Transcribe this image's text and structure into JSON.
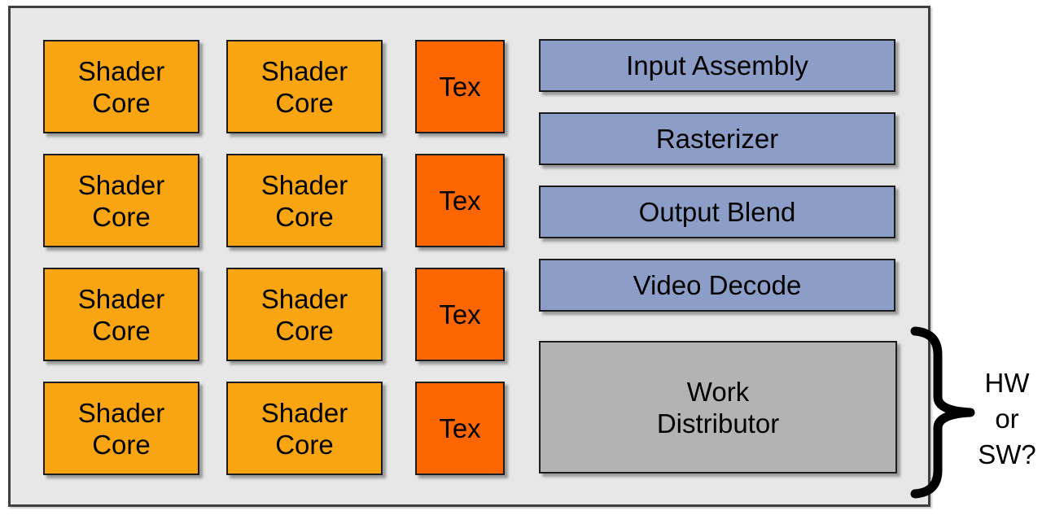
{
  "diagram": {
    "shader_cores": [
      {
        "label": "Shader\nCore"
      },
      {
        "label": "Shader\nCore"
      },
      {
        "label": "Shader\nCore"
      },
      {
        "label": "Shader\nCore"
      },
      {
        "label": "Shader\nCore"
      },
      {
        "label": "Shader\nCore"
      },
      {
        "label": "Shader\nCore"
      },
      {
        "label": "Shader\nCore"
      }
    ],
    "tex_units": [
      {
        "label": "Tex"
      },
      {
        "label": "Tex"
      },
      {
        "label": "Tex"
      },
      {
        "label": "Tex"
      }
    ],
    "pipeline_blocks": [
      {
        "label": "Input Assembly"
      },
      {
        "label": "Rasterizer"
      },
      {
        "label": "Output Blend"
      },
      {
        "label": "Video Decode"
      }
    ],
    "work_distributor": {
      "label": "Work\nDistributor"
    },
    "annotation": {
      "label": "HW\nor\nSW?"
    },
    "colors": {
      "chip_background": "#E7E7E7",
      "shader_core_fill": "#F9A511",
      "tex_fill": "#FB6602",
      "pipeline_fill": "#8C9EC8",
      "work_distributor_fill": "#B3B3B3",
      "outline": "#1C1C1C"
    }
  }
}
